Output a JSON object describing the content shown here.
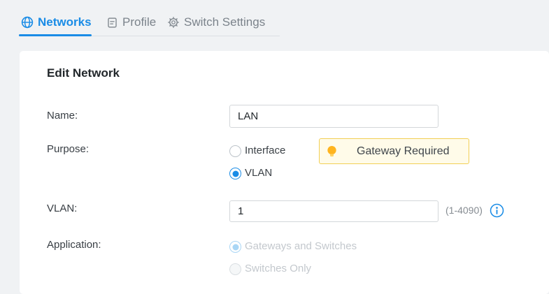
{
  "tabs": [
    {
      "label": "Networks",
      "active": true
    },
    {
      "label": "Profile",
      "active": false
    },
    {
      "label": "Switch Settings",
      "active": false
    }
  ],
  "panel": {
    "title": "Edit Network",
    "name": {
      "label": "Name:",
      "value": "LAN"
    },
    "purpose": {
      "label": "Purpose:",
      "options": [
        {
          "label": "Interface"
        },
        {
          "label": "VLAN"
        }
      ],
      "selected": "VLAN",
      "badge": {
        "text": "Gateway Required"
      }
    },
    "vlan": {
      "label": "VLAN:",
      "value": "1",
      "hint": "(1-4090)"
    },
    "application": {
      "label": "Application:",
      "options": [
        {
          "label": "Gateways and Switches"
        },
        {
          "label": "Switches Only"
        }
      ],
      "selected": "Gateways and Switches",
      "disabled": true
    }
  },
  "colors": {
    "accent": "#1a8ce6",
    "badge_bg": "#fffbe9",
    "badge_border": "#f2cf55",
    "bulb": "#ffb41f",
    "page_bg": "#f0f2f4",
    "disabled_radio": "#a9d6f5"
  }
}
